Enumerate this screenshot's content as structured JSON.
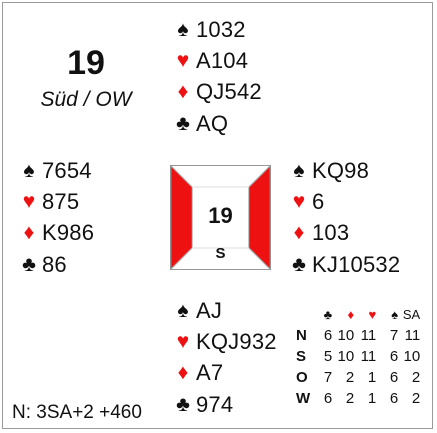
{
  "board": {
    "number": "19",
    "subtitle": "Süd / OW"
  },
  "suits": {
    "spades": {
      "symbol": "♠",
      "color": "#111111"
    },
    "hearts": {
      "symbol": "♥",
      "color": "#ee1111"
    },
    "diamonds": {
      "symbol": "♦",
      "color": "#ee1111"
    },
    "clubs": {
      "symbol": "♣",
      "color": "#111111"
    }
  },
  "hands": {
    "north": {
      "spades": "1032",
      "hearts": "A104",
      "diamonds": "QJ542",
      "clubs": "AQ"
    },
    "west": {
      "spades": "7654",
      "hearts": "875",
      "diamonds": "K986",
      "clubs": "86"
    },
    "east": {
      "spades": "KQ98",
      "hearts": "6",
      "diamonds": "103",
      "clubs": "KJ10532"
    },
    "south": {
      "spades": "AJ",
      "hearts": "KQJ932",
      "diamonds": "A7",
      "clubs": "974"
    }
  },
  "compass": {
    "number": "19",
    "dealer": "S",
    "vulnerable_color": "#ee1111"
  },
  "tricks_table": {
    "headers": [
      "♣",
      "♦",
      "♥",
      "♠",
      "SA"
    ],
    "rows": [
      {
        "player": "N",
        "values": [
          "6",
          "10",
          "11",
          "7",
          "11"
        ]
      },
      {
        "player": "S",
        "values": [
          "5",
          "10",
          "11",
          "6",
          "10"
        ]
      },
      {
        "player": "O",
        "values": [
          "7",
          "2",
          "1",
          "6",
          "2"
        ]
      },
      {
        "player": "W",
        "values": [
          "6",
          "2",
          "1",
          "6",
          "2"
        ]
      }
    ]
  },
  "result": "N: 3SA+2 +460"
}
